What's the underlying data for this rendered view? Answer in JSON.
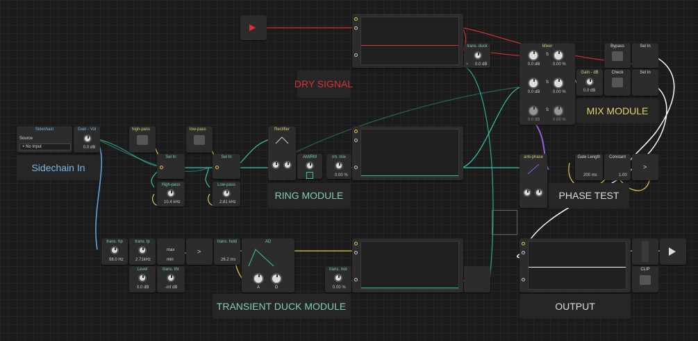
{
  "sidechain": {
    "title": "Sidechain",
    "source_label": "Source",
    "source_value": "No Input",
    "gain_title": "Gain - Vol",
    "gain_value": "0.0 dB",
    "section": "Sidechain In"
  },
  "filters": {
    "highpass_label": "high-pass",
    "lowpass_label": "low-pass",
    "selin1": "Sel In",
    "selin2": "Sel In",
    "hp_title": "High-pass",
    "hp_value": "10.4 kHz",
    "lp_title": "Low-pass",
    "lp_value": "2.81 kHz"
  },
  "ring": {
    "rectifier": "Rectifier",
    "amrm": "AM/RM",
    "rm_mix": "rm. mix",
    "rm_mix_value": "0.00 %",
    "section": "RING MODULE"
  },
  "dry": {
    "section": "DRY SIGNAL",
    "trans_duck": "trans. duck",
    "duck_value": "0.0 dB"
  },
  "mixer": {
    "title": "Mixer",
    "ch1_value": "0.0 dB",
    "ch1_pct": "0.00 %",
    "ch2_value": "0.0 dB",
    "ch2_pct": "0.00 %",
    "ch3_value": "0.0 dB",
    "ch3_pct": "0.00 %",
    "s_label": "S",
    "gain_title": "Gain - dB",
    "gain_value": "0.0 dB",
    "bypass": "Bypass",
    "check": "Check",
    "selin_a": "Sel In",
    "selin_b": "Sel In",
    "section": "MIX MODULE"
  },
  "phase": {
    "anti_phase": "anti-phase",
    "gate_length": "Gate Length",
    "gate_value": "200 ms",
    "constant": "Constant",
    "constant_value": "1.00",
    "section": "PHASE TEST",
    "gt": ">"
  },
  "transient": {
    "trans_hp": "trans. hp",
    "trans_hp_value": "98.0 Hz",
    "trans_lp": "trans. lp",
    "trans_lp_value": "2.71kHz",
    "max": "max",
    "min": "min",
    "gt": ">",
    "trans_hold": "trans. hold",
    "trans_hold_value": "26.2 ms",
    "ad": "AD",
    "a_label": "A",
    "d_label": "D",
    "level": "Level",
    "level_value": "0.0 dB",
    "trans_thr": "trans. thr",
    "trans_thr_value": "-inf dB",
    "trans_mix": "trans. mix",
    "trans_mix_value": "0.00 %",
    "section": "TRANSIENT DUCK MODULE"
  },
  "output": {
    "section": "OUTPUT",
    "clip": "CLIP"
  },
  "colors": {
    "yellow": "#e6c84a",
    "red": "#d9303a",
    "cyan": "#36c7b0",
    "blue": "#6aa8e6",
    "purple": "#9b5de5",
    "white": "#ffffff"
  }
}
